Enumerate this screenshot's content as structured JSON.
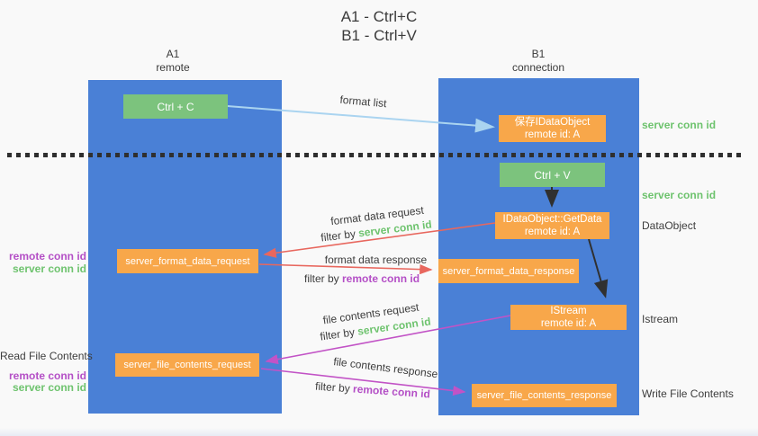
{
  "title": {
    "line1": "A1 - Ctrl+C",
    "line2": "B1 - Ctrl+V"
  },
  "lifelines": {
    "a1": {
      "name": "A1",
      "role": "remote"
    },
    "b1": {
      "name": "B1",
      "role": "connection"
    }
  },
  "boxes": {
    "ctrl_c": {
      "label": "Ctrl + C"
    },
    "ctrl_v": {
      "label": "Ctrl + V"
    },
    "save_idataobject": {
      "line1": "保存IDataObject",
      "line2": "remote id: A"
    },
    "idataobject_getdata": {
      "line1": "IDataObject::GetData",
      "line2": "remote id: A"
    },
    "istream": {
      "line1": "IStream",
      "line2": "remote id: A"
    },
    "server_format_data_request": {
      "label": "server_format_data_request"
    },
    "server_format_data_response": {
      "label": "server_format_data_response"
    },
    "server_file_contents_request": {
      "label": "server_file_contents_request"
    },
    "server_file_contents_response": {
      "label": "server_file_contents_response"
    }
  },
  "arrow_labels": {
    "format_list": "format list",
    "format_data_request": "format data request",
    "format_data_response": "format data response",
    "file_contents_request": "file contents request",
    "file_contents_response": "file contents response",
    "filter_by": "filter by",
    "server_conn_id": "server conn id",
    "remote_conn_id": "remote conn id"
  },
  "side_labels": {
    "right_server_conn_id_1": "server conn id",
    "right_server_conn_id_2": "server conn id",
    "dataobject": "DataObject",
    "istream": "Istream",
    "write_file_contents": "Write File Contents",
    "left_remote_conn_id_1": "remote conn id",
    "left_server_conn_id_1": "server conn id",
    "read_file_contents": "Read File Contents",
    "left_remote_conn_id_2": "remote conn id",
    "left_server_conn_id_2": "server conn id"
  },
  "colors": {
    "background": "#f9f9f9",
    "lifeline_blue": "#4a80d6",
    "box_green": "#7cc37d",
    "box_orange": "#f8a74a",
    "arrow_blue": "#aad4f0",
    "arrow_red": "#e8675e",
    "arrow_magenta": "#c253c6",
    "arrow_black": "#303030",
    "text_dark": "#3d3d3d",
    "text_green": "#6ec36e",
    "text_purple": "#b44fc6"
  }
}
